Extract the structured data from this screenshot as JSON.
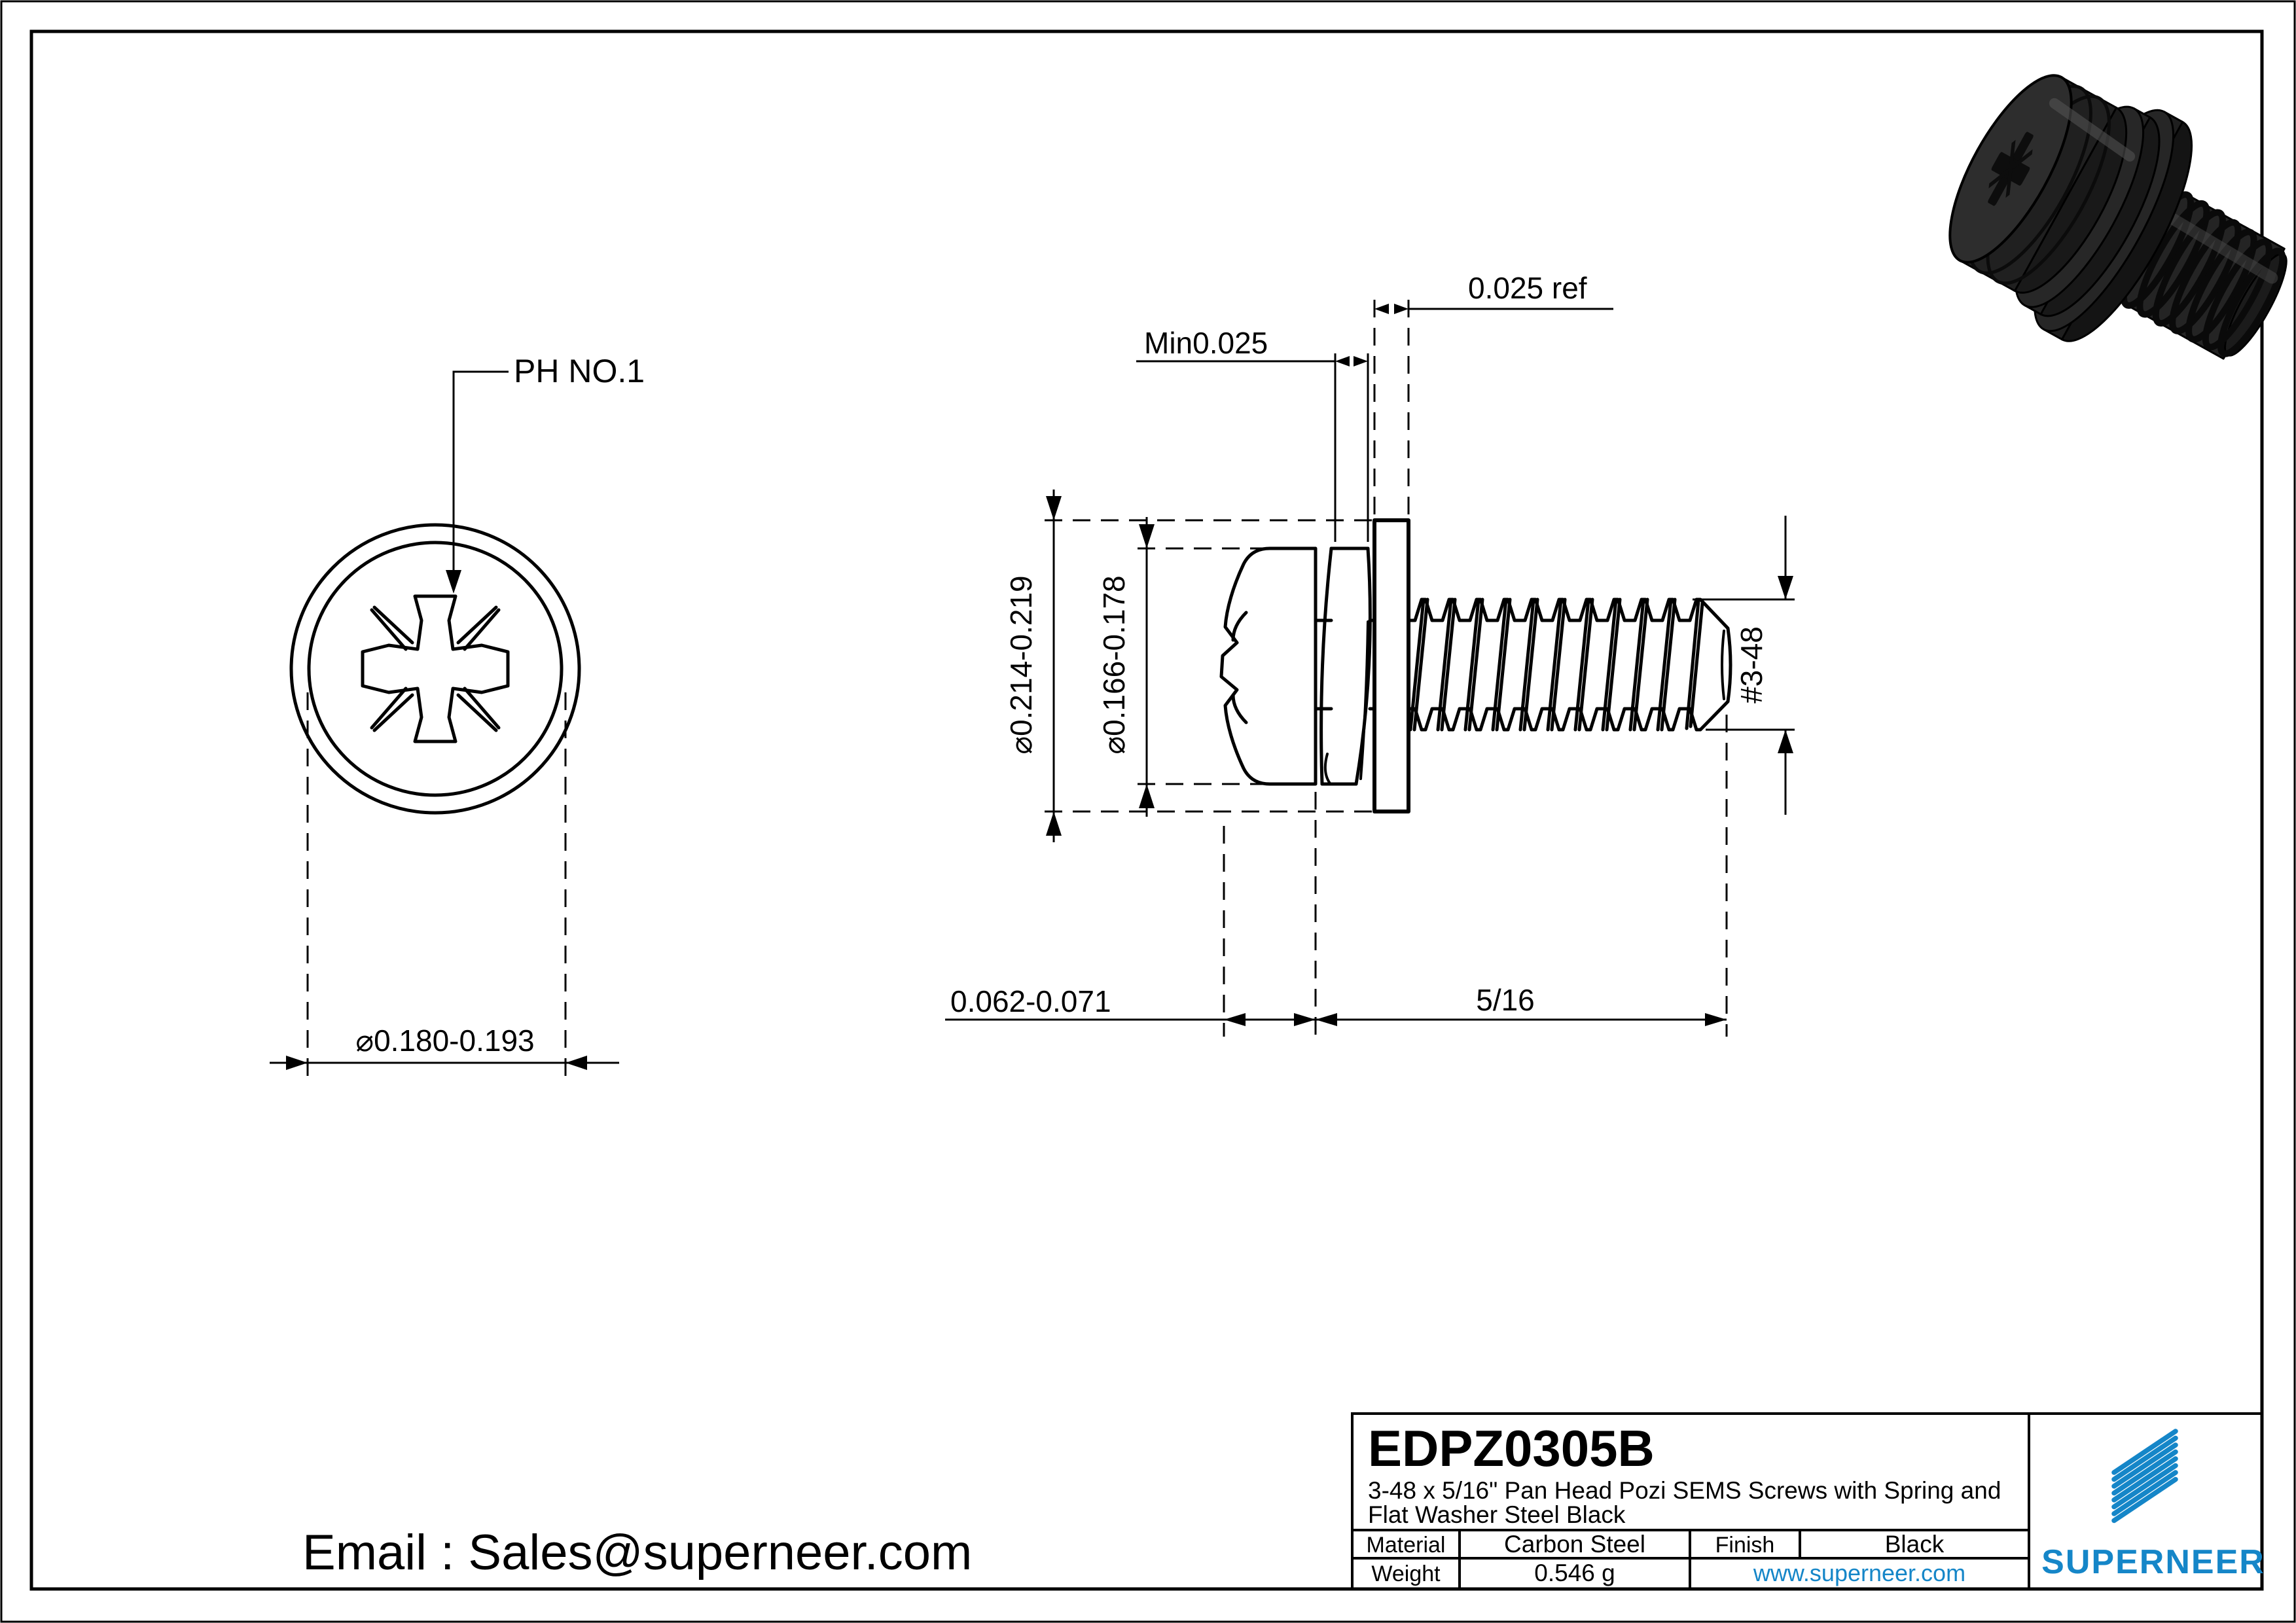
{
  "front_view": {
    "drive_label": "PH NO.1",
    "dim_washer_face_od": "⌀0.180-0.193"
  },
  "side_view": {
    "dim_flat_washer_od": "⌀0.214-0.219",
    "dim_head_od": "⌀0.166-0.178",
    "dim_spring_washer_thk": "Min0.025",
    "dim_flat_washer_thk": "0.025 ref",
    "dim_head_height": "0.062-0.071",
    "dim_thread_length": "5/16",
    "dim_thread_size": "#3-48"
  },
  "footer": {
    "email": "Email : Sales@superneer.com"
  },
  "title_block": {
    "part_number": "EDPZ0305B",
    "description_line1": "3-48 x 5/16\" Pan Head Pozi SEMS Screws with Spring and",
    "description_line2": "Flat Washer Steel Black",
    "material_label": "Material",
    "material_value": "Carbon Steel",
    "finish_label": "Finish",
    "finish_value": "Black",
    "weight_label": "Weight",
    "weight_value": "0.546 g",
    "website": "www.superneer.com",
    "brand": "SUPERNEER"
  },
  "colors": {
    "accent": "#1586C8",
    "line": "#000000",
    "paper": "#FFFFFF"
  }
}
